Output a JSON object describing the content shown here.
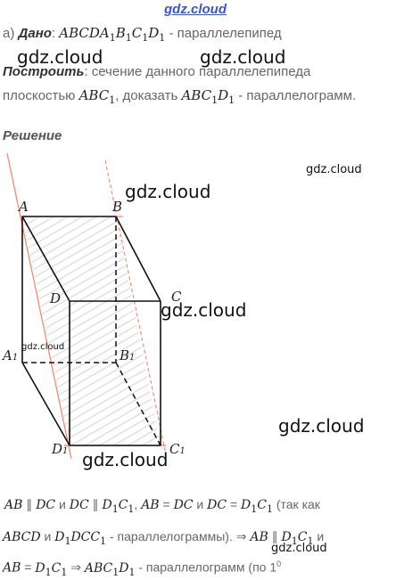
{
  "header_watermark": "gdz.cloud",
  "watermarks": {
    "w1": "gdz.cloud",
    "w2": "gdz.cloud",
    "w3": "gdz.cloud",
    "w4": "gdz.cloud",
    "w5": "gdz.cloud",
    "w6": "gdz.cloud",
    "w7": "gdz.cloud",
    "w8": "gdz.cloud",
    "w9": "gdz.cloud"
  },
  "problem": {
    "item_a": "а)",
    "given_label": "Дано",
    "given_colon": ":",
    "given_math": "ABCDA",
    "given_suffix": " - параллелепипед",
    "construct_label": "Построить",
    "construct_text": ": сечение данного параллелепипеда",
    "plane_text": "плоскостью ",
    "plane_math": "ABC",
    "prove_text": ", доказать ",
    "prove_math": "ABC",
    "prove_suffix": " - параллелограмм."
  },
  "solution_label": "Решение",
  "figure": {
    "A": "A",
    "B": "B",
    "C": "C",
    "D": "D",
    "A1": "A",
    "B1": "B",
    "C1": "C",
    "D1": "D",
    "one": "1"
  },
  "proof": {
    "line1_a": "AB",
    "line1_par": " ∥ ",
    "line1_b": "DC",
    "line1_and": " и ",
    "line1_c": "DC",
    "line1_par2": " ∥ ",
    "line1_d": "D",
    "line1_d2": "C",
    "line1_comma": ", ",
    "line1_eq1a": "AB",
    "line1_eq1b": " = ",
    "line1_eq1c": "DC",
    "line1_and2": " и ",
    "line1_eq2a": "DC",
    "line1_eq2b": " = ",
    "line1_eq2c": "D",
    "line1_eq2d": "C",
    "line1_tail": " (так как",
    "line2_a": "ABCD",
    "line2_and": " и ",
    "line2_b": "D",
    "line2_c": "DCC",
    "line2_tail": " - параллелограммы).  ⇒ ",
    "line2_d": "AB",
    "line2_par": " ∥ ",
    "line2_e": "D",
    "line2_f": "C",
    "line2_and2": " и",
    "line3_a": "AB",
    "line3_eq": " = ",
    "line3_b": "D",
    "line3_c": "C",
    "line3_arrow": "  ⇒ ",
    "line3_d": "ABC",
    "line3_e": "D",
    "line3_tail": " - параллелограмм (по 1",
    "line3_sup": "0"
  },
  "colors": {
    "section_line": "#f08c70",
    "edge": "#111111",
    "header_link": "#3a54d6"
  }
}
